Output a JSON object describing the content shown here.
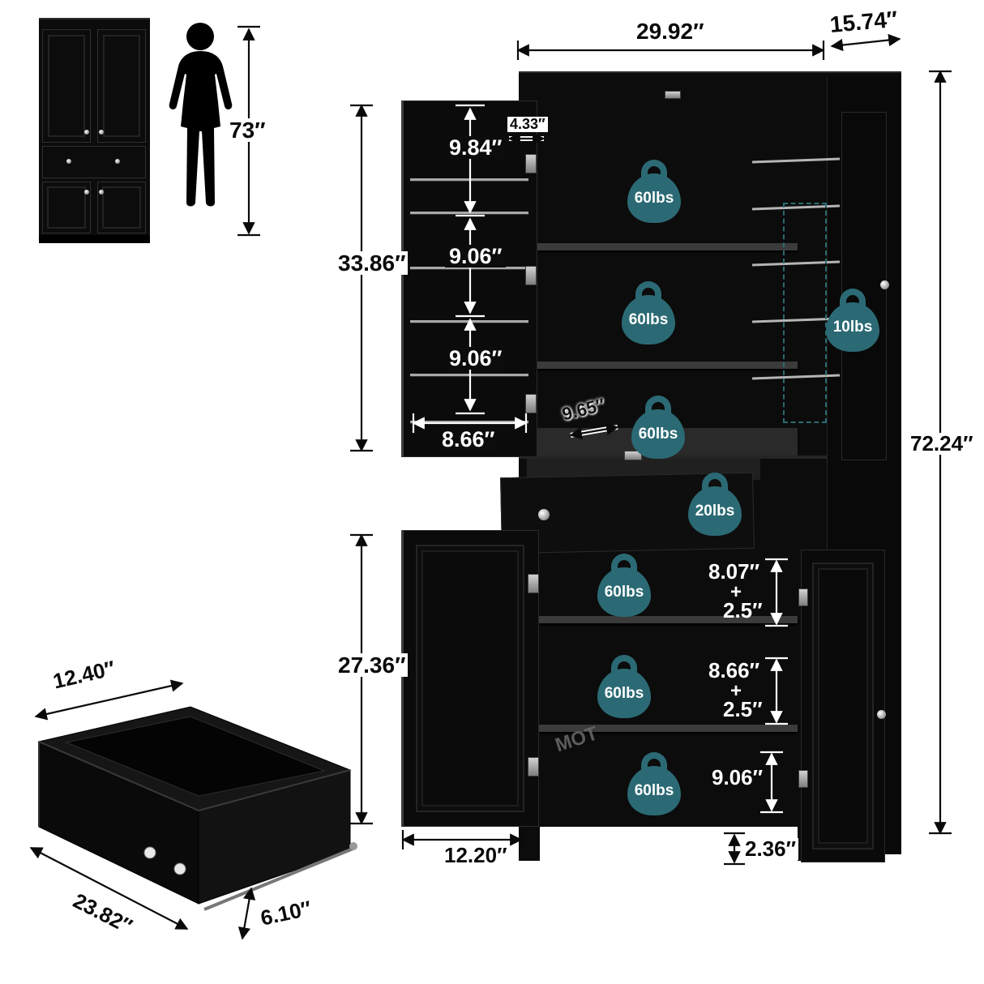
{
  "colors": {
    "cabinet_black": "#0c0c0c",
    "badge_teal": "#2b6a74",
    "dim_text": "#0a0a0a",
    "rail_silver": "#b5b5b5"
  },
  "reference": {
    "person_height": "73″"
  },
  "cabinet": {
    "overall": {
      "width": "29.92″",
      "depth": "15.74″",
      "height": "72.24″"
    },
    "upper": {
      "section_height": "33.86″",
      "frame_gap": "4.33″",
      "spacing": [
        "9.84″",
        "9.06″",
        "9.06″"
      ],
      "door_shelf_width": "8.66″",
      "interior_depth": "9.65″",
      "capacity": [
        "60lbs",
        "60lbs",
        "60lbs"
      ],
      "door_capacity": "10lbs"
    },
    "drawer": {
      "capacity": "20lbs"
    },
    "lower": {
      "section_height": "27.36″",
      "door_width": "12.20″",
      "base_height": "2.36″",
      "rows": [
        {
          "gap": "8.07″",
          "plus": "+",
          "extra": "2.5″"
        },
        {
          "gap": "8.66″",
          "plus": "+",
          "extra": "2.5″"
        },
        {
          "gap": "9.06″"
        }
      ],
      "capacity": [
        "60lbs",
        "60lbs",
        "60lbs"
      ]
    },
    "watermark": "MOT"
  },
  "drawer_detail": {
    "width": "12.40″",
    "length": "23.82″",
    "height": "6.10″"
  }
}
